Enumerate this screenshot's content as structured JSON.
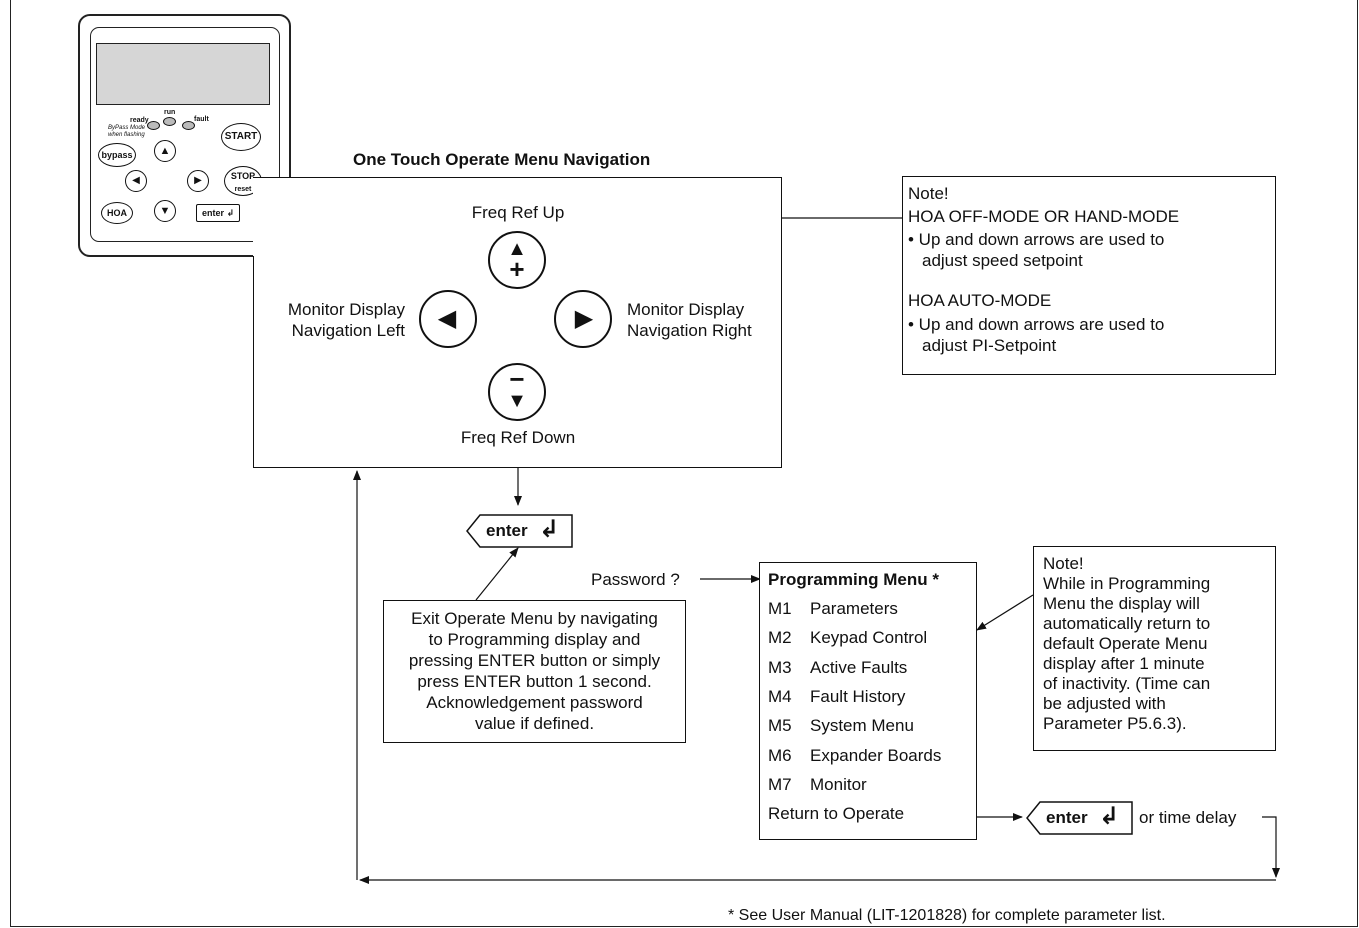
{
  "title": "One Touch Operate Menu Navigation",
  "keypad": {
    "leds": {
      "ready": "ready",
      "run": "run",
      "fault": "fault"
    },
    "bypass_mode_note": "ByPass Mode",
    "bypass_mode_note2": "when flashing",
    "buttons": {
      "start": "START",
      "stop": "STOP",
      "reset": "reset",
      "bypass": "bypass",
      "hoa": "HOA",
      "enter": "enter"
    }
  },
  "navigation": {
    "up": "Freq Ref Up",
    "down": "Freq Ref Down",
    "left_line1": "Monitor Display",
    "left_line2": "Navigation Left",
    "right_line1": "Monitor Display",
    "right_line2": "Navigation Right"
  },
  "note_hoa": {
    "heading": "Note!",
    "line1": "HOA OFF-MODE OR HAND-MODE",
    "line2": "• Up and down arrows are used to",
    "line3": "adjust speed setpoint",
    "line4": "HOA AUTO-MODE",
    "line5": "• Up and down arrows are used to",
    "line6": "adjust PI-Setpoint"
  },
  "enter_label": "enter",
  "exit_note": [
    "Exit Operate Menu by navigating",
    "to Programming display and",
    "pressing ENTER button or simply",
    "press ENTER button 1 second.",
    "Acknowledgement password",
    "value if defined."
  ],
  "password_label": "Password ?",
  "programming_menu": {
    "title": "Programming Menu *",
    "items": [
      {
        "code": "M1",
        "label": "Parameters"
      },
      {
        "code": "M2",
        "label": "Keypad Control"
      },
      {
        "code": "M3",
        "label": "Active Faults"
      },
      {
        "code": "M4",
        "label": "Fault History"
      },
      {
        "code": "M5",
        "label": "System Menu"
      },
      {
        "code": "M6",
        "label": "Expander Boards"
      },
      {
        "code": "M7",
        "label": "Monitor"
      }
    ],
    "return": "Return to Operate"
  },
  "note_programming": [
    "Note!",
    "While in Programming",
    "Menu the display will",
    "automatically return to",
    "default Operate Menu",
    "display after 1 minute",
    "of inactivity. (Time can",
    "be adjusted with",
    "Parameter P5.6.3)."
  ],
  "time_delay_label": "or time delay",
  "footnote": "* See User Manual (LIT-1201828) for complete parameter list."
}
